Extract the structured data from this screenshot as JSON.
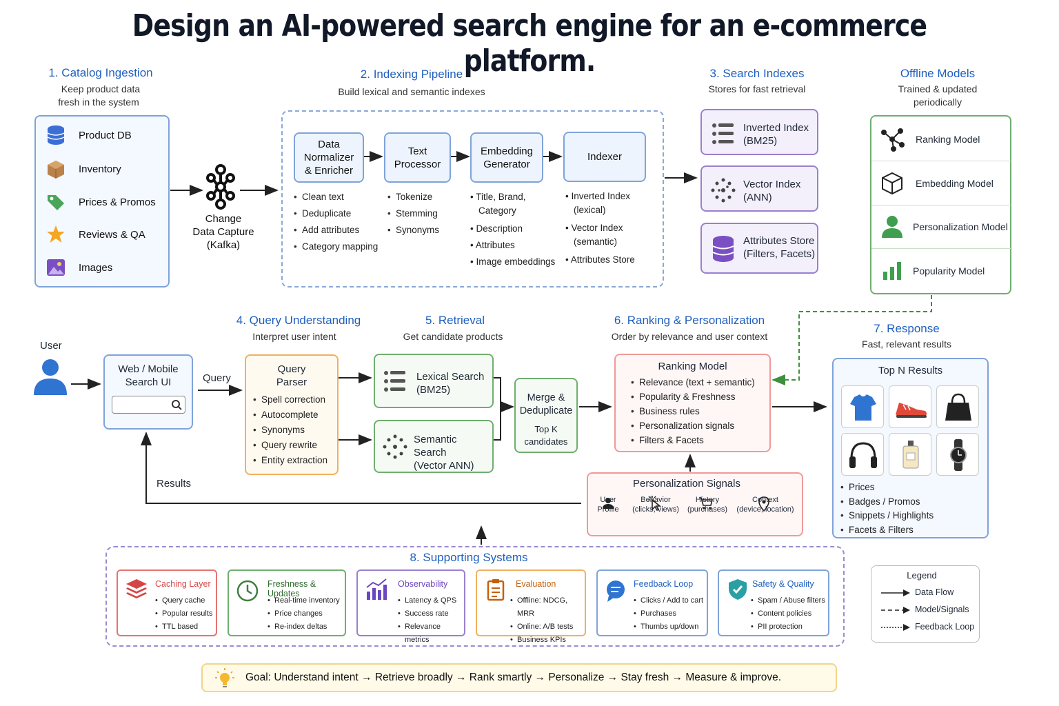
{
  "title": "Design an AI-powered search engine for an e-commerce platform.",
  "sections": {
    "catalog": {
      "title": "1. Catalog Ingestion",
      "subtitle_1": "Keep product data",
      "subtitle_2": "fresh in the system",
      "items": [
        "Product DB",
        "Inventory",
        "Prices & Promos",
        "Reviews & QA",
        "Images"
      ]
    },
    "cdc": {
      "line1": "Change",
      "line2": "Data Capture",
      "line3": "(Kafka)"
    },
    "indexing": {
      "title": "2. Indexing Pipeline",
      "subtitle": "Build lexical and semantic indexes",
      "stages": [
        {
          "label_1": "Data",
          "label_2": "Normalizer",
          "label_3": "& Enricher",
          "bullets": [
            "Clean text",
            "Deduplicate",
            "Add attributes",
            "Category mapping"
          ]
        },
        {
          "label_1": "Text",
          "label_2": "Processor",
          "bullets": [
            "Tokenize",
            "Stemming",
            "Synonyms"
          ]
        },
        {
          "label_1": "Embedding",
          "label_2": "Generator",
          "bullets": [
            "Title, Brand,",
            "Category",
            "Description",
            "Attributes",
            "Image embeddings"
          ]
        },
        {
          "label_1": "Indexer",
          "bullets": [
            "Inverted Index",
            "(lexical)",
            "Vector Index",
            "(semantic)",
            "Attributes Store"
          ]
        }
      ]
    },
    "indexes": {
      "title": "3. Search Indexes",
      "subtitle": "Stores for fast retrieval",
      "items": [
        {
          "l1": "Inverted Index",
          "l2": "(BM25)"
        },
        {
          "l1": "Vector Index",
          "l2": "(ANN)"
        },
        {
          "l1": "Attributes Store",
          "l2": "(Filters, Facets)"
        }
      ]
    },
    "offline": {
      "title": "Offline Models",
      "subtitle_1": "Trained & updated",
      "subtitle_2": "periodically",
      "items": [
        "Ranking Model",
        "Embedding Model",
        "Personalization Model",
        "Popularity Model"
      ]
    },
    "user": {
      "label": "User"
    },
    "ui": {
      "l1": "Web / Mobile",
      "l2": "Search UI"
    },
    "query_label": "Query",
    "results_label": "Results",
    "understanding": {
      "title": "4. Query Understanding",
      "subtitle": "Interpret user intent",
      "box_l1": "Query",
      "box_l2": "Parser",
      "bullets": [
        "Spell correction",
        "Autocomplete",
        "Synonyms",
        "Query rewrite",
        "Entity extraction"
      ]
    },
    "retrieval": {
      "title": "5. Retrieval",
      "subtitle": "Get candidate products",
      "lexical": {
        "l1": "Lexical Search",
        "l2": "(BM25)"
      },
      "semantic": {
        "l1": "Semantic Search",
        "l2": "(Vector ANN)"
      }
    },
    "merge": {
      "l1": "Merge &",
      "l2": "Deduplicate",
      "l3": "Top K",
      "l4": "candidates"
    },
    "ranking": {
      "title": "6.  Ranking & Personalization",
      "subtitle": "Order by relevance and user context",
      "box_title": "Ranking Model",
      "bullets": [
        "Relevance (text + semantic)",
        "Popularity & Freshness",
        "Business rules",
        "Personalization signals",
        "Filters & Facets"
      ]
    },
    "signals": {
      "title": "Personalization Signals",
      "items": [
        {
          "l1": "User",
          "l2": "Profile"
        },
        {
          "l1": "Behavior",
          "l2": "(clicks, views)"
        },
        {
          "l1": "History",
          "l2": "(purchases)"
        },
        {
          "l1": "Context",
          "l2": "(device, location)"
        }
      ]
    },
    "response": {
      "title": "7. Response",
      "subtitle": "Fast, relevant results",
      "box_title": "Top N Results",
      "bullets": [
        "Prices",
        "Badges / Promos",
        "Snippets / Highlights",
        "Facets & Filters"
      ]
    },
    "supporting": {
      "title": "8. Supporting Systems",
      "items": [
        {
          "title": "Caching Layer",
          "color": "#d64545",
          "bullets": [
            "Query cache",
            "Popular results",
            "TTL based"
          ]
        },
        {
          "title": "Freshness & Updates",
          "color": "#3f7f3f",
          "bullets": [
            "Real-time inventory",
            "Price changes",
            "Re-index deltas"
          ]
        },
        {
          "title": "Observability",
          "color": "#6b46c1",
          "bullets": [
            "Latency & QPS",
            "Success rate",
            "Relevance metrics"
          ]
        },
        {
          "title": "Evaluation",
          "color": "#c2610c",
          "bullets": [
            "Offline: NDCG, MRR",
            "Online: A/B tests",
            "Business KPIs"
          ]
        },
        {
          "title": "Feedback Loop",
          "color": "#1f5fbf",
          "bullets": [
            "Clicks / Add to cart",
            "Purchases",
            "Thumbs up/down"
          ]
        },
        {
          "title": "Safety & Quality",
          "color": "#1f5fbf",
          "bullets": [
            "Spam / Abuse filters",
            "Content policies",
            "PII protection"
          ]
        }
      ]
    },
    "legend": {
      "title": "Legend",
      "items": [
        "Data Flow",
        "Model/Signals",
        "Feedback Loop"
      ]
    },
    "goal": {
      "text": "Goal: Understand intent → Retrieve broadly → Rank smartly → Personalize → Stay fresh → Measure & improve."
    }
  }
}
